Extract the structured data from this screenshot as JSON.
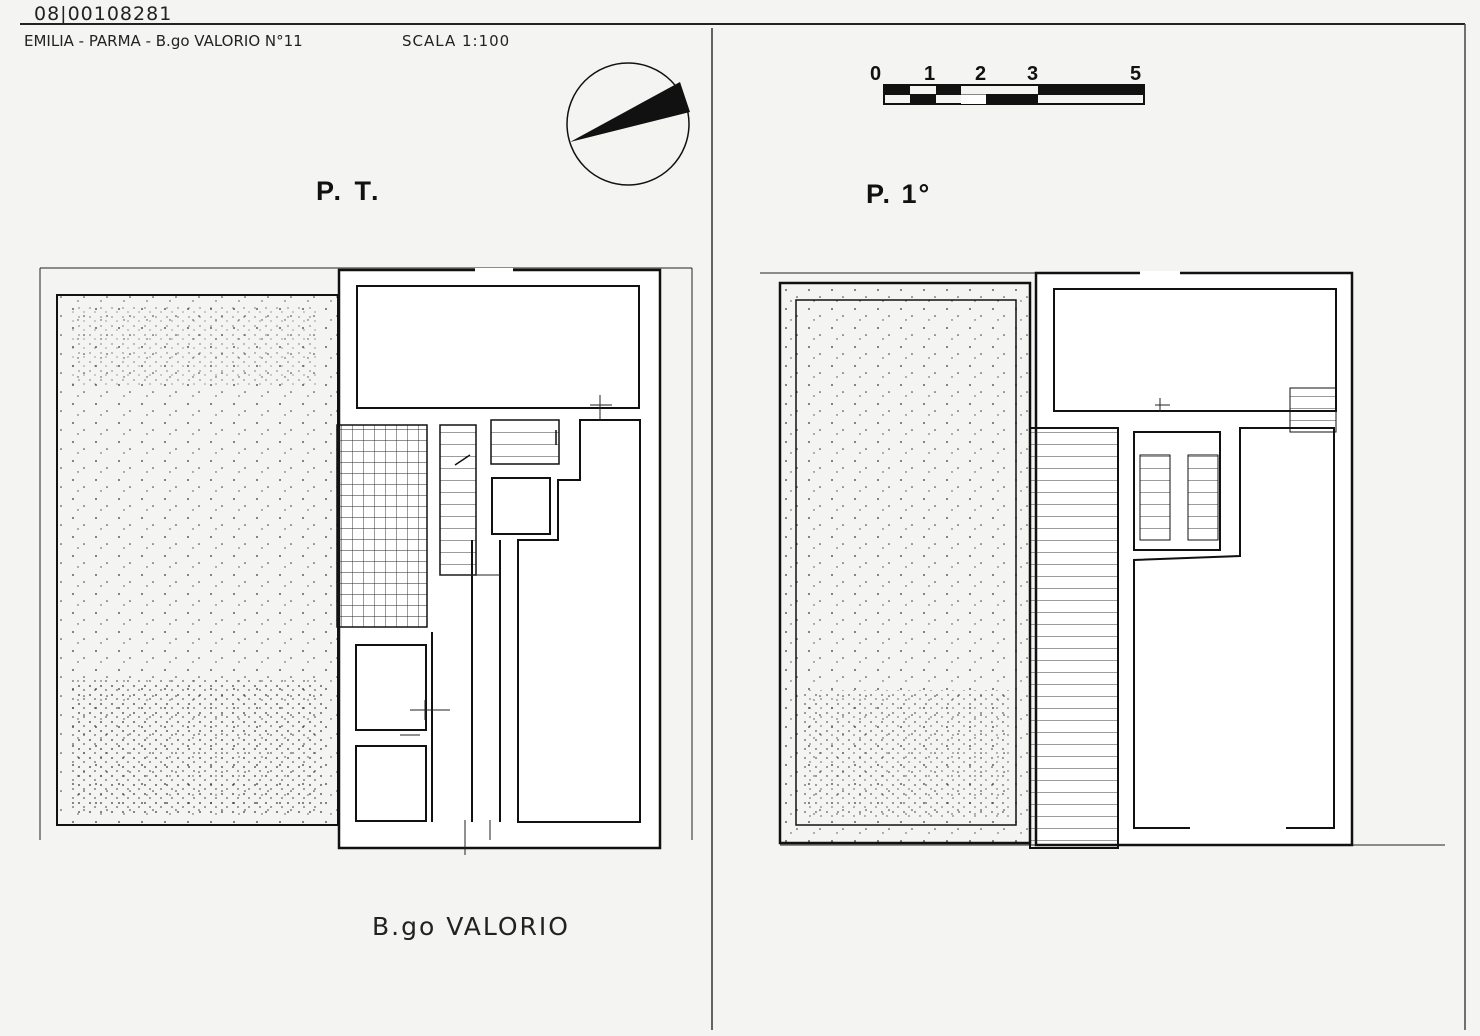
{
  "header": {
    "catalog_number": "08|00108281",
    "location": "EMILIA - PARMA - B.go VALORIO N°11",
    "scale": "SCALA 1:100"
  },
  "scale_bar": {
    "labels": [
      "0",
      "1",
      "2",
      "3",
      "5"
    ]
  },
  "plans": {
    "ground_floor_label": "P. T.",
    "first_floor_label": "P. 1°"
  },
  "street": {
    "label": "B.go VALORIO"
  },
  "icons": {
    "north_arrow": "compass-icon"
  }
}
